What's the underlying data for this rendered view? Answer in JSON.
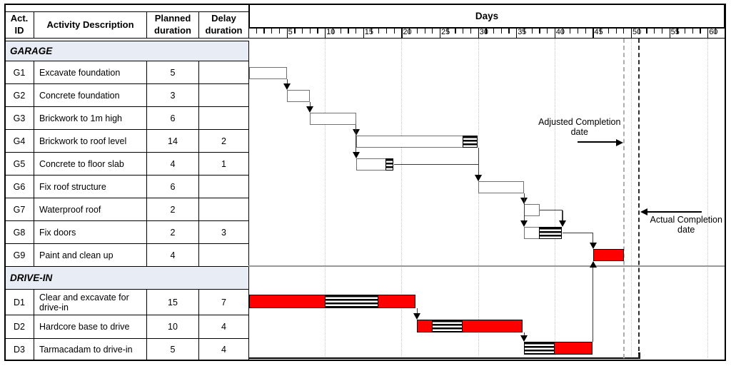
{
  "table": {
    "columns": [
      {
        "key": "id",
        "label_lines": [
          "Act.",
          "ID"
        ]
      },
      {
        "key": "desc",
        "label_lines": [
          "Activity Description"
        ]
      },
      {
        "key": "planned",
        "label_lines": [
          "Planned",
          "duration"
        ]
      },
      {
        "key": "delay",
        "label_lines": [
          "Delay",
          "duration"
        ]
      }
    ],
    "sections": [
      {
        "name": "GARAGE",
        "rows": [
          {
            "id": "G1",
            "desc": "Excavate foundation",
            "planned": "5",
            "delay": ""
          },
          {
            "id": "G2",
            "desc": "Concrete foundation",
            "planned": "3",
            "delay": ""
          },
          {
            "id": "G3",
            "desc": "Brickwork to 1m high",
            "planned": "6",
            "delay": ""
          },
          {
            "id": "G4",
            "desc": "Brickwork to roof level",
            "planned": "14",
            "delay": "2"
          },
          {
            "id": "G5",
            "desc": "Concrete to floor slab",
            "planned": "4",
            "delay": "1"
          },
          {
            "id": "G6",
            "desc": "Fix roof structure",
            "planned": "6",
            "delay": ""
          },
          {
            "id": "G7",
            "desc": "Waterproof roof",
            "planned": "2",
            "delay": ""
          },
          {
            "id": "G8",
            "desc": "Fix doors",
            "planned": "2",
            "delay": "3"
          },
          {
            "id": "G9",
            "desc": "Paint and clean up",
            "planned": "4",
            "delay": ""
          }
        ]
      },
      {
        "name": "DRIVE-IN",
        "rows": [
          {
            "id": "D1",
            "desc": "Clear and excavate for drive-in",
            "planned": "15",
            "delay": "7"
          },
          {
            "id": "D2",
            "desc": "Hardcore base to drive",
            "planned": "10",
            "delay": "4"
          },
          {
            "id": "D3",
            "desc": "Tarmacadam to drive-in",
            "planned": "5",
            "delay": "4"
          }
        ]
      }
    ]
  },
  "chart_data": {
    "type": "gantt",
    "axis": {
      "title": "Days",
      "min": 0,
      "max": 60,
      "tick_interval": 1,
      "label_interval": 5,
      "gridline_interval": 10
    },
    "tasks": [
      {
        "id": "G1",
        "start": 0,
        "segments": [
          {
            "kind": "planned",
            "days": 5
          }
        ]
      },
      {
        "id": "G2",
        "start": 5,
        "segments": [
          {
            "kind": "planned",
            "days": 3
          }
        ]
      },
      {
        "id": "G3",
        "start": 8,
        "segments": [
          {
            "kind": "planned",
            "days": 6
          }
        ]
      },
      {
        "id": "G4",
        "start": 14,
        "segments": [
          {
            "kind": "planned",
            "days": 14
          },
          {
            "kind": "delay",
            "days": 2
          }
        ]
      },
      {
        "id": "G5",
        "start": 14,
        "segments": [
          {
            "kind": "planned",
            "days": 4
          },
          {
            "kind": "delay",
            "days": 1
          }
        ]
      },
      {
        "id": "G6",
        "start": 30,
        "segments": [
          {
            "kind": "planned",
            "days": 6
          }
        ]
      },
      {
        "id": "G7",
        "start": 36,
        "segments": [
          {
            "kind": "planned",
            "days": 2
          }
        ]
      },
      {
        "id": "G8",
        "start": 36,
        "segments": [
          {
            "kind": "planned",
            "days": 2
          },
          {
            "kind": "delay",
            "days": 3
          }
        ]
      },
      {
        "id": "G9",
        "start": 45,
        "segments": [
          {
            "kind": "critical",
            "days": 4
          }
        ]
      },
      {
        "id": "D1",
        "start": 0,
        "segments": [
          {
            "kind": "critical",
            "days": 10
          },
          {
            "kind": "delay",
            "days": 7
          },
          {
            "kind": "critical",
            "days": 5
          }
        ]
      },
      {
        "id": "D2",
        "start": 22,
        "segments": [
          {
            "kind": "critical",
            "days": 2
          },
          {
            "kind": "delay",
            "days": 4
          },
          {
            "kind": "critical",
            "days": 8
          }
        ]
      },
      {
        "id": "D3",
        "start": 36,
        "segments": [
          {
            "kind": "delay",
            "days": 4
          },
          {
            "kind": "critical",
            "days": 5
          }
        ]
      }
    ],
    "connectors": [
      {
        "from": "G1",
        "to": "G2",
        "route": "drop"
      },
      {
        "from": "G2",
        "to": "G3",
        "route": "drop"
      },
      {
        "from": "G3",
        "to": "G4",
        "route": "drop"
      },
      {
        "from": "G3",
        "to": "G5",
        "route": "drop"
      },
      {
        "from": "G4",
        "to": "G6",
        "route": "drop"
      },
      {
        "from": "G5",
        "to": "G6",
        "route": "elbow",
        "via_day": 30
      },
      {
        "from": "G6",
        "to": "G7",
        "route": "drop"
      },
      {
        "from": "G6",
        "to": "G8",
        "route": "drop"
      },
      {
        "from": "G7",
        "to": "G8",
        "route": "elbow",
        "via_day": 41
      },
      {
        "from": "G8",
        "to": "G9",
        "route": "elbow",
        "via_day": 45
      },
      {
        "from": "D1",
        "to": "D2",
        "route": "drop"
      },
      {
        "from": "D2",
        "to": "D3",
        "route": "drop"
      },
      {
        "from": "D3",
        "to": "G9",
        "route": "rise",
        "via_day": 45
      }
    ],
    "milestones": [
      {
        "id": "adjusted",
        "label_lines": [
          "Adjusted Completion",
          "date"
        ],
        "day": 49,
        "line_style": "gray-dashed",
        "arrow": "right"
      },
      {
        "id": "actual",
        "label_lines": [
          "Actual Completion",
          "date"
        ],
        "day": 51,
        "line_style": "black-dashed",
        "arrow": "left"
      }
    ],
    "colors": {
      "critical": "#ff0000",
      "planned_fill": "#ffffff",
      "delay_hatch": "#000000",
      "section_band": "#e8edf5",
      "grid": "#c9c9c9"
    }
  }
}
